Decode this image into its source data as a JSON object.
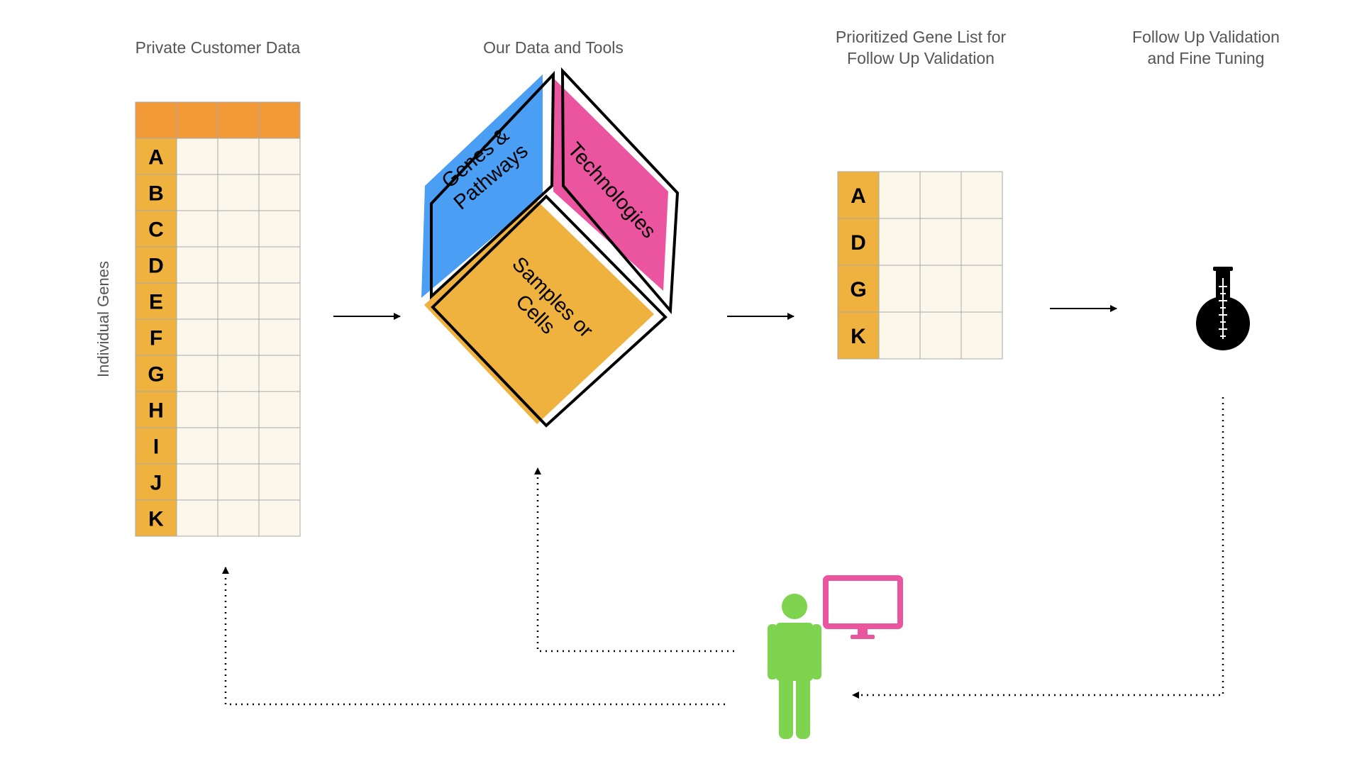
{
  "headings": {
    "private_data": "Private Customer Data",
    "our_data": "Our Data and Tools",
    "prioritized_line1": "Prioritized Gene List for",
    "prioritized_line2": "Follow Up Validation",
    "followup_line1": "Follow Up Validation",
    "followup_line2": "and Fine Tuning"
  },
  "side_label": "Individual Genes",
  "customer_table": {
    "genes": [
      "A",
      "B",
      "C",
      "D",
      "E",
      "F",
      "G",
      "H",
      "I",
      "J",
      "K"
    ]
  },
  "prioritized_table": {
    "genes": [
      "A",
      "D",
      "G",
      "K"
    ]
  },
  "cube": {
    "genes_pathways_line1": "Genes &",
    "genes_pathways_line2": "Pathways",
    "technologies": "Technologies",
    "samples_line1": "Samples or",
    "samples_line2": "Cells"
  },
  "colors": {
    "header_orange": "#f29a38",
    "gene_cell": "#f0b23e",
    "data_cell": "#fbf7eb",
    "cube_blue": "#4a9ff5",
    "cube_pink": "#eb559f",
    "cube_orange": "#f0b23e",
    "person_green": "#7ed34f",
    "monitor_pink": "#eb559f"
  },
  "icons": [
    "flask-icon",
    "person-icon",
    "monitor-icon"
  ]
}
